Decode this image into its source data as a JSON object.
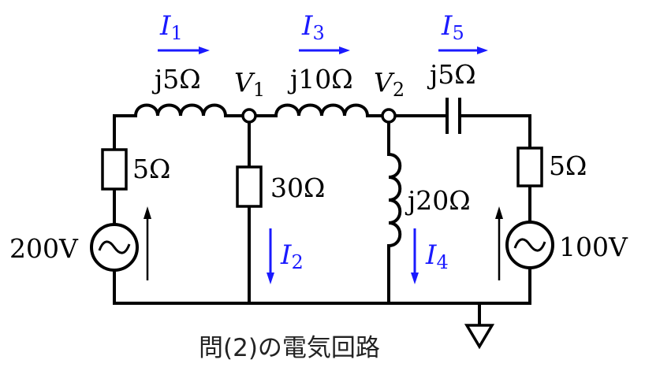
{
  "caption": "問(2)の電気回路",
  "components": {
    "left_resistor": "5Ω",
    "left_inductor": "j5Ω",
    "middle_resistor": "30Ω",
    "middle_inductor": "j10Ω",
    "shunt_inductor": "j20Ω",
    "right_capacitor": "j5Ω",
    "right_resistor": "5Ω",
    "left_source": "200V",
    "right_source": "100V"
  },
  "nodes": {
    "v1": {
      "symbol": "V",
      "sub": "1"
    },
    "v2": {
      "symbol": "V",
      "sub": "2"
    }
  },
  "currents": {
    "i1": {
      "symbol": "I",
      "sub": "1"
    },
    "i2": {
      "symbol": "I",
      "sub": "2"
    },
    "i3": {
      "symbol": "I",
      "sub": "3"
    },
    "i4": {
      "symbol": "I",
      "sub": "4"
    },
    "i5": {
      "symbol": "I",
      "sub": "5"
    }
  },
  "colors": {
    "current_arrows": "#1a1aff",
    "circuit": "#000000"
  }
}
